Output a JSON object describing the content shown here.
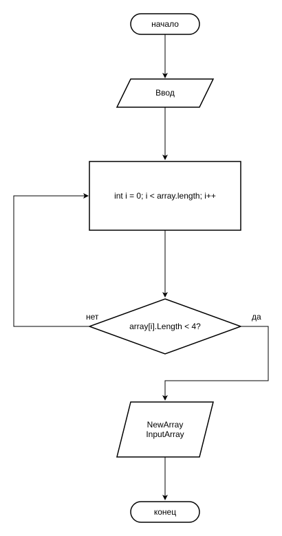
{
  "nodes": {
    "start": {
      "label": "начало"
    },
    "input": {
      "label": "Ввод"
    },
    "loop": {
      "label": "int i = 0; i < array.length; i++"
    },
    "decision": {
      "label": "array[i].Length < 4?"
    },
    "output": {
      "line1": "NewArray",
      "line2": "InputArray"
    },
    "end": {
      "label": "конец"
    }
  },
  "edges": {
    "no_label": "нет",
    "yes_label": "да"
  },
  "colors": {
    "stroke": "#000000",
    "fill": "#ffffff"
  }
}
